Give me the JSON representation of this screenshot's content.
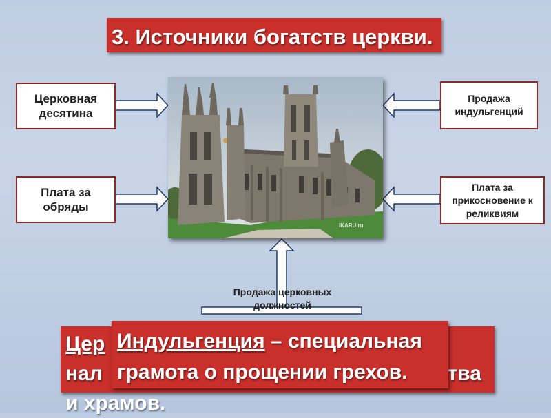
{
  "title": "3. Источники богатств церкви.",
  "sources": {
    "tithe": "Церковная десятина",
    "rites": "Плата за обряды",
    "indulgences": "Продажа индульгенций",
    "relics": "Плата за прикосновение к реликвиям",
    "offices": "Продажа церковных должностей"
  },
  "definition_back": {
    "term": "Цер",
    "line2": "нал",
    "line2_end": "тва",
    "line3": "и храмов."
  },
  "definition_front": {
    "term": "Индульгенция",
    "dash": " –",
    "text": "специальная грамота о прощении грехов."
  },
  "photo": {
    "watermark": "IKARU.ru"
  },
  "colors": {
    "red_box": "#c9302c",
    "arrow_fill": "#ffffff",
    "arrow_stroke": "#1f3a6b"
  }
}
